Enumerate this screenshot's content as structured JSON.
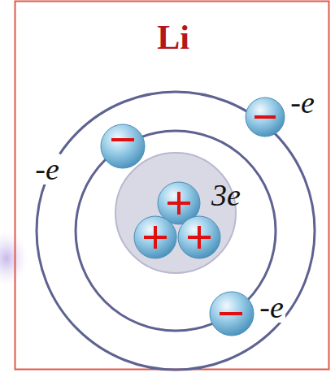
{
  "diagram": {
    "title": "Li",
    "labels": [
      "-e",
      "-e",
      "3e",
      "-e"
    ]
  }
}
